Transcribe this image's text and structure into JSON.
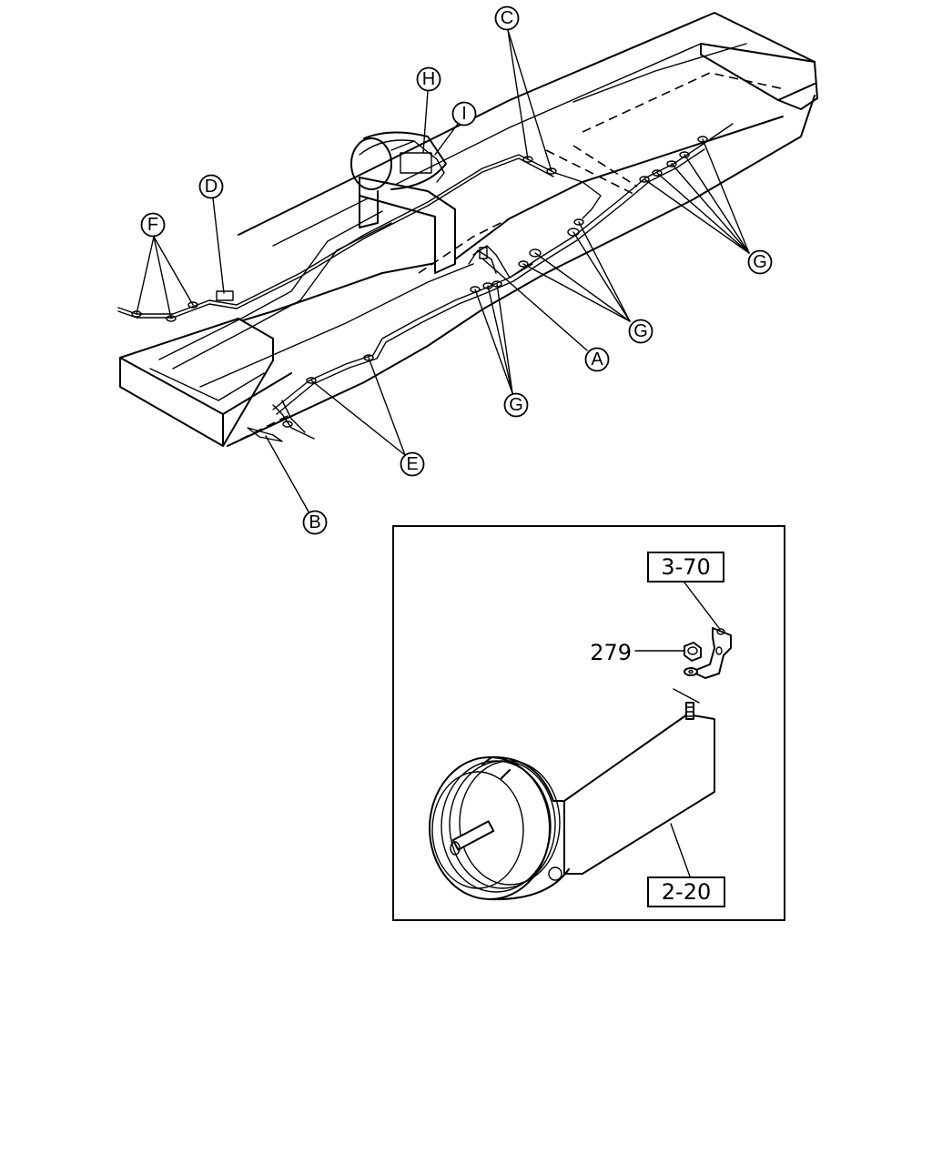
{
  "callouts": [
    {
      "id": "A",
      "label": "A"
    },
    {
      "id": "B",
      "label": "B"
    },
    {
      "id": "C",
      "label": "C"
    },
    {
      "id": "D",
      "label": "D"
    },
    {
      "id": "E",
      "label": "E"
    },
    {
      "id": "F",
      "label": "F"
    },
    {
      "id": "G1",
      "label": "G"
    },
    {
      "id": "G2",
      "label": "G"
    },
    {
      "id": "G3",
      "label": "G"
    },
    {
      "id": "H",
      "label": "H"
    },
    {
      "id": "I",
      "label": "I"
    }
  ],
  "inset": {
    "ref_top": "3-70",
    "ref_bottom": "2-20",
    "part_number": "279"
  }
}
